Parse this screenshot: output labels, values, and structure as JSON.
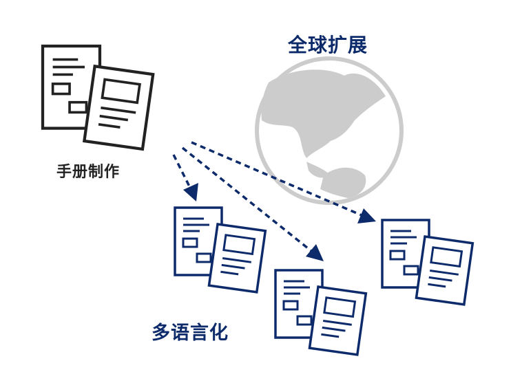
{
  "labels": {
    "global_expansion": "全球扩展",
    "manual_creation": "手册制作",
    "localization": "多语言化"
  },
  "colors": {
    "navy": "#0d2b6b",
    "black": "#222222",
    "globe_gray": "#cccccc"
  }
}
